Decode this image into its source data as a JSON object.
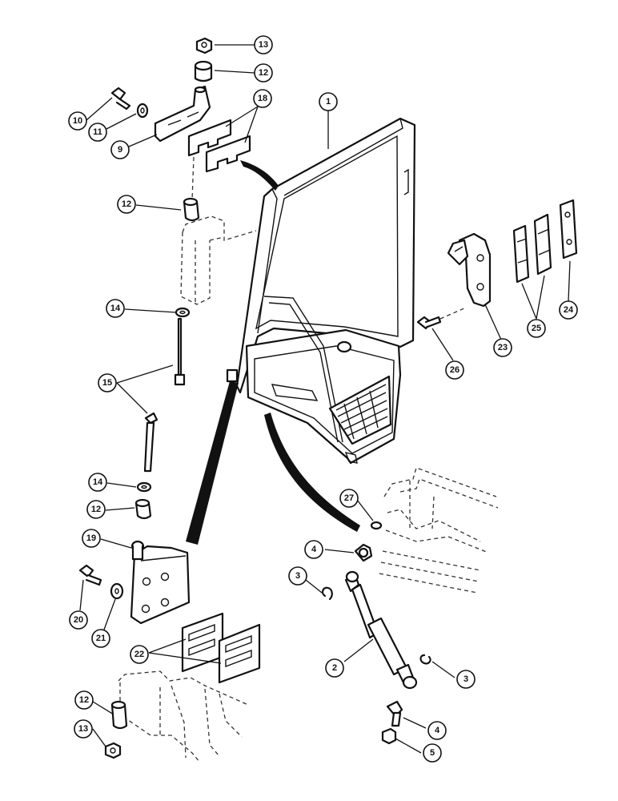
{
  "callouts": [
    {
      "id": "c13a",
      "label": "13"
    },
    {
      "id": "c12a",
      "label": "12"
    },
    {
      "id": "c10",
      "label": "10"
    },
    {
      "id": "c11",
      "label": "11"
    },
    {
      "id": "c9",
      "label": "9"
    },
    {
      "id": "c18",
      "label": "18"
    },
    {
      "id": "c1",
      "label": "1"
    },
    {
      "id": "c12b",
      "label": "12"
    },
    {
      "id": "c14a",
      "label": "14"
    },
    {
      "id": "c15",
      "label": "15"
    },
    {
      "id": "c14b",
      "label": "14"
    },
    {
      "id": "c12c",
      "label": "12"
    },
    {
      "id": "c19",
      "label": "19"
    },
    {
      "id": "c20",
      "label": "20"
    },
    {
      "id": "c21",
      "label": "21"
    },
    {
      "id": "c22",
      "label": "22"
    },
    {
      "id": "c12d",
      "label": "12"
    },
    {
      "id": "c13b",
      "label": "13"
    },
    {
      "id": "c23",
      "label": "23"
    },
    {
      "id": "c24",
      "label": "24"
    },
    {
      "id": "c25",
      "label": "25"
    },
    {
      "id": "c26",
      "label": "26"
    },
    {
      "id": "c27",
      "label": "27"
    },
    {
      "id": "c4a",
      "label": "4"
    },
    {
      "id": "c3a",
      "label": "3"
    },
    {
      "id": "c2",
      "label": "2"
    },
    {
      "id": "c3b",
      "label": "3"
    },
    {
      "id": "c4b",
      "label": "4"
    },
    {
      "id": "c5",
      "label": "5"
    }
  ]
}
